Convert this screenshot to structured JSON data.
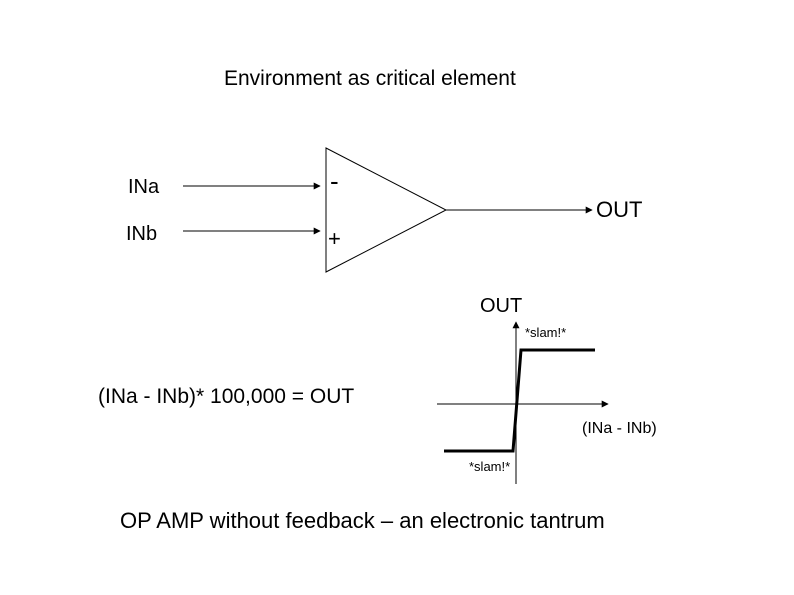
{
  "title": "Environment as critical element",
  "opamp": {
    "input_a": "INa",
    "input_b": "INb",
    "inverting_sign": "-",
    "noninverting_sign": "+",
    "output": "OUT"
  },
  "transfer_graph": {
    "y_label": "OUT",
    "x_label": "(INa - INb)",
    "top_annotation": "*slam!*",
    "bottom_annotation": "*slam!*"
  },
  "formula": "(INa - INb)* 100,000 = OUT",
  "caption": "OP AMP without feedback – an electronic tantrum"
}
